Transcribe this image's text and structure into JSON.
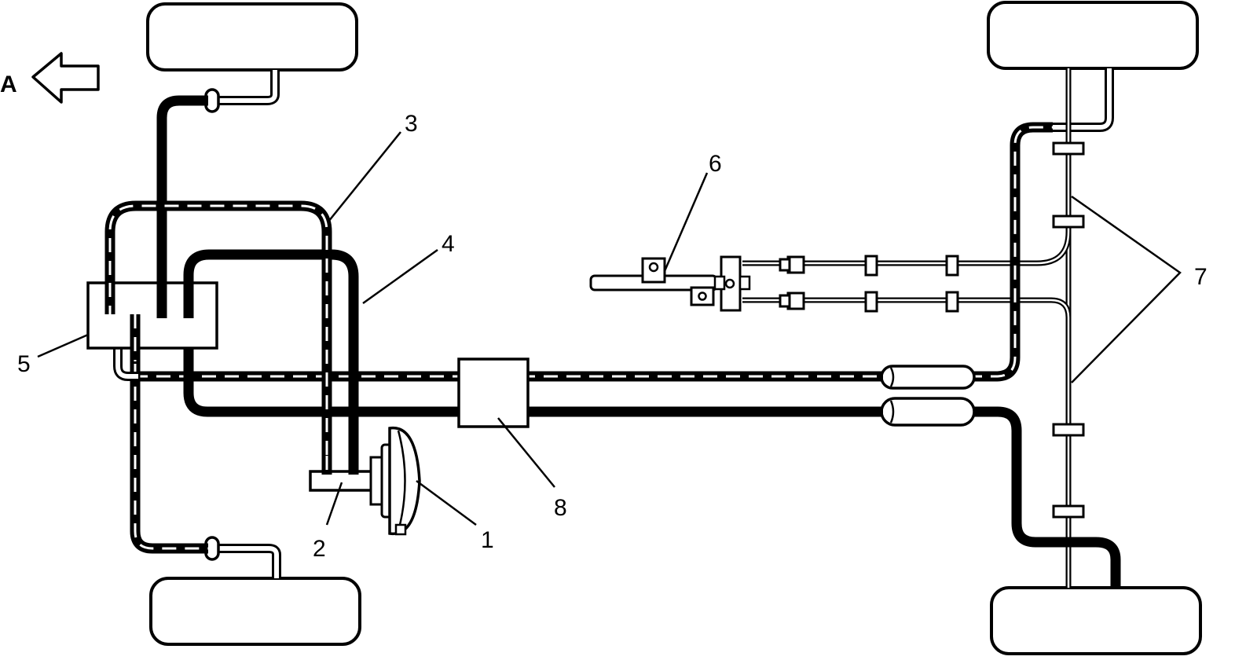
{
  "direction": {
    "label": "A",
    "icon": "arrow-left-icon"
  },
  "callouts": {
    "c1": "1",
    "c2": "2",
    "c3": "3",
    "c4": "4",
    "c5": "5",
    "c6": "6",
    "c7": "7",
    "c8": "8"
  },
  "colors": {
    "line": "#000000",
    "background": "#ffffff"
  }
}
